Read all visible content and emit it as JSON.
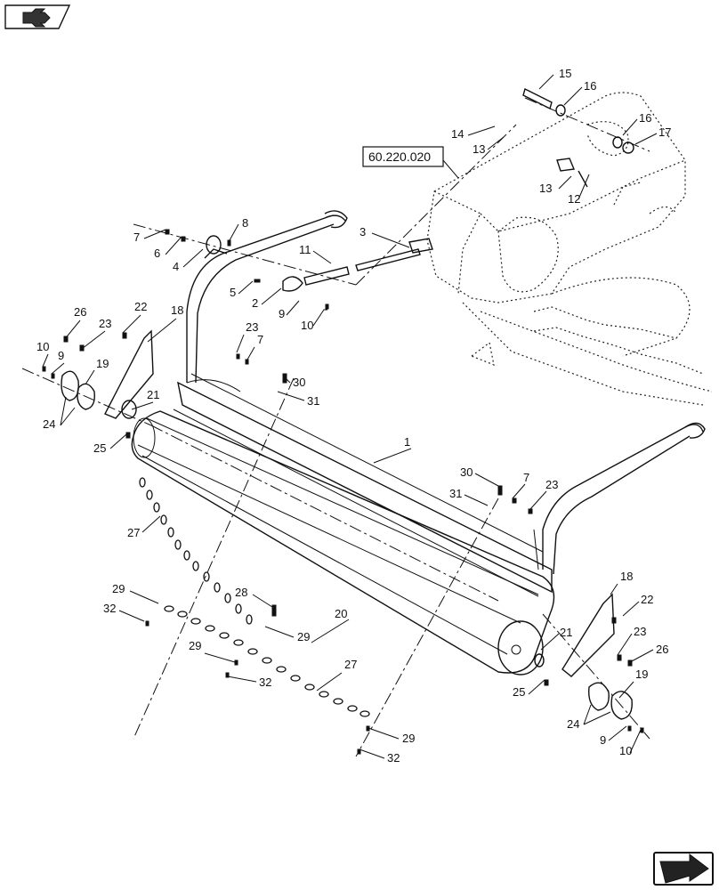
{
  "reference_box": {
    "label": "60.220.020"
  },
  "callouts": [
    {
      "id": "c15",
      "label": "15"
    },
    {
      "id": "c16a",
      "label": "16"
    },
    {
      "id": "c16b",
      "label": "16"
    },
    {
      "id": "c17",
      "label": "17"
    },
    {
      "id": "c14",
      "label": "14"
    },
    {
      "id": "c13a",
      "label": "13"
    },
    {
      "id": "c13b",
      "label": "13"
    },
    {
      "id": "c12",
      "label": "12"
    },
    {
      "id": "c8",
      "label": "8"
    },
    {
      "id": "c3",
      "label": "3"
    },
    {
      "id": "c7a",
      "label": "7"
    },
    {
      "id": "c6",
      "label": "6"
    },
    {
      "id": "c4",
      "label": "4"
    },
    {
      "id": "c11",
      "label": "11"
    },
    {
      "id": "c5",
      "label": "5"
    },
    {
      "id": "c2",
      "label": "2"
    },
    {
      "id": "c9a",
      "label": "9"
    },
    {
      "id": "c10a",
      "label": "10"
    },
    {
      "id": "c26a",
      "label": "26"
    },
    {
      "id": "c22a",
      "label": "22"
    },
    {
      "id": "c18a",
      "label": "18"
    },
    {
      "id": "c23a",
      "label": "23"
    },
    {
      "id": "c23b",
      "label": "23"
    },
    {
      "id": "c7b",
      "label": "7"
    },
    {
      "id": "c10b",
      "label": "10"
    },
    {
      "id": "c9b",
      "label": "9"
    },
    {
      "id": "c19a",
      "label": "19"
    },
    {
      "id": "c30a",
      "label": "30"
    },
    {
      "id": "c31a",
      "label": "31"
    },
    {
      "id": "c21a",
      "label": "21"
    },
    {
      "id": "c24a",
      "label": "24"
    },
    {
      "id": "c25a",
      "label": "25"
    },
    {
      "id": "c1",
      "label": "1"
    },
    {
      "id": "c27a",
      "label": "27"
    },
    {
      "id": "c30b",
      "label": "30"
    },
    {
      "id": "c7c",
      "label": "7"
    },
    {
      "id": "c23c",
      "label": "23"
    },
    {
      "id": "c31b",
      "label": "31"
    },
    {
      "id": "c29a",
      "label": "29"
    },
    {
      "id": "c28",
      "label": "28"
    },
    {
      "id": "c32a",
      "label": "32"
    },
    {
      "id": "c29b",
      "label": "29"
    },
    {
      "id": "c20",
      "label": "20"
    },
    {
      "id": "c18b",
      "label": "18"
    },
    {
      "id": "c22b",
      "label": "22"
    },
    {
      "id": "c21b",
      "label": "21"
    },
    {
      "id": "c23d",
      "label": "23"
    },
    {
      "id": "c26b",
      "label": "26"
    },
    {
      "id": "c29c",
      "label": "29"
    },
    {
      "id": "c32b",
      "label": "32"
    },
    {
      "id": "c27b",
      "label": "27"
    },
    {
      "id": "c25b",
      "label": "25"
    },
    {
      "id": "c19b",
      "label": "19"
    },
    {
      "id": "c24b",
      "label": "24"
    },
    {
      "id": "c9c",
      "label": "9"
    },
    {
      "id": "c10c",
      "label": "10"
    },
    {
      "id": "c29d",
      "label": "29"
    },
    {
      "id": "c32c",
      "label": "32"
    }
  ],
  "icons": {
    "top_left": "view-icon",
    "bottom_right": "next-page-icon"
  }
}
